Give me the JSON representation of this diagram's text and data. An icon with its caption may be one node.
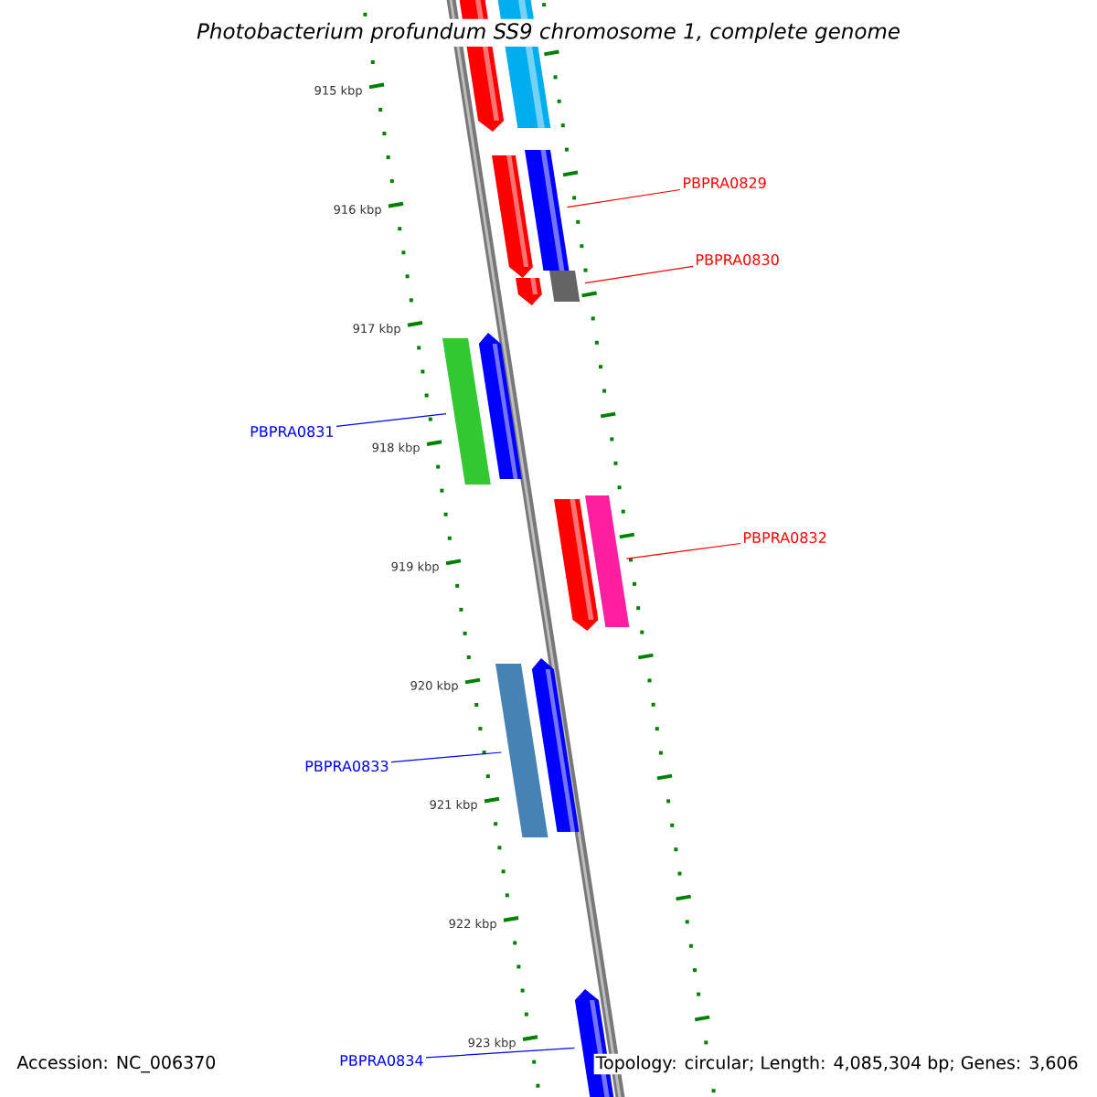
{
  "diagram": {
    "title": "Photobacterium profundum SS9 chromosome 1, complete genome",
    "nodes": [
      {
        "text": [
          "PBPRA0829"
        ]
      },
      {
        "text": [],
        "shape": "bar"
      },
      {
        "text": [
          "PBPRA0830"
        ]
      },
      {
        "text": [],
        "shape": "bar"
      },
      {
        "text": [
          "PBPRA0831"
        ]
      },
      {
        "text": [],
        "shape": "bar"
      },
      {
        "text": [
          "PBPRA0832"
        ]
      },
      {
        "text": [],
        "shape": "bar"
      },
      {
        "text": [
          "PBPRA0833"
        ]
      },
      {
        "text": [],
        "shape": "bar"
      },
      {
        "text": [
          "PBPRA0834"
        ]
      },
      {
        "text": [],
        "shape": "bar"
      }
    ],
    "edges": [
      {
        "from": 0,
        "to": 1,
        "arrow": "none",
        "color": "#ff0000"
      },
      {
        "from": 2,
        "to": 3,
        "arrow": "none",
        "color": "#ff0000"
      },
      {
        "from": 4,
        "to": 5,
        "arrow": "none",
        "color": "#0000ff"
      },
      {
        "from": 6,
        "to": 7,
        "arrow": "none",
        "color": "#ff0000"
      },
      {
        "from": 8,
        "to": 9,
        "arrow": "none",
        "color": "#0000ff"
      },
      {
        "from": 10,
        "to": 11,
        "arrow": "none",
        "color": "#0000ff"
      }
    ],
    "labels": [
      "915 kbp",
      "916 kbp",
      "917 kbp",
      "918 kbp",
      "919 kbp",
      "920 kbp",
      "921 kbp",
      "922 kbp",
      "923 kbp",
      "Accession: NC_006370",
      "Topology: circular; Length: 4,085,304 bp; Genes: 3,606"
    ]
  }
}
